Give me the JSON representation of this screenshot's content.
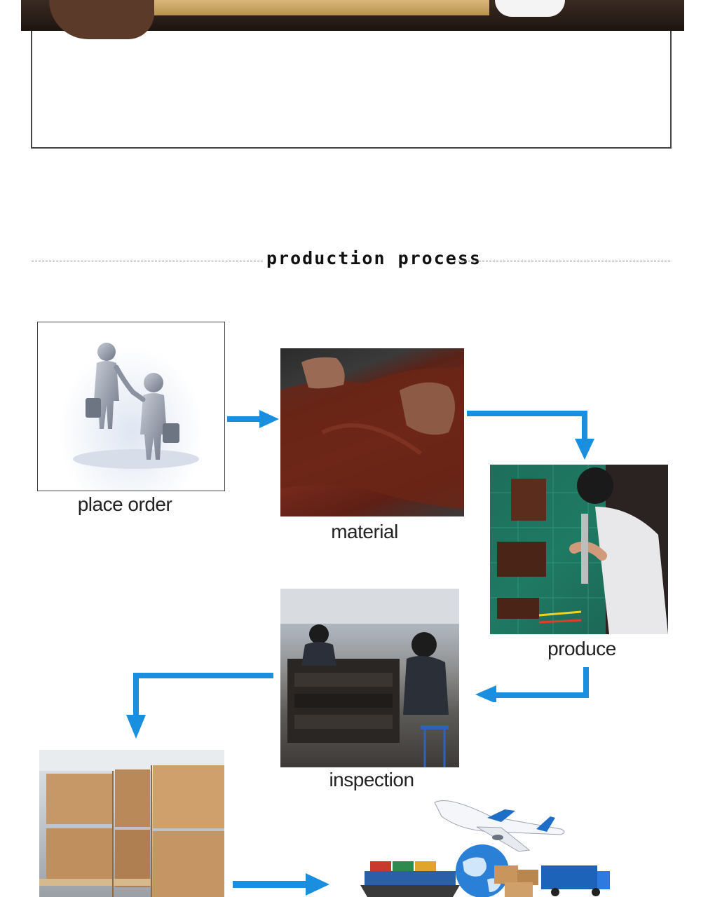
{
  "section": {
    "title": "production process"
  },
  "steps": [
    {
      "label": "place order"
    },
    {
      "label": "material"
    },
    {
      "label": "produce"
    },
    {
      "label": "inspection"
    }
  ],
  "colors": {
    "arrow": "#1a8fe0",
    "accent_leather": "#6e2a1c"
  },
  "icons": [
    "handshake-figures-icon",
    "airplane-icon",
    "globe-icon",
    "truck-icon",
    "cargo-ship-icon"
  ]
}
